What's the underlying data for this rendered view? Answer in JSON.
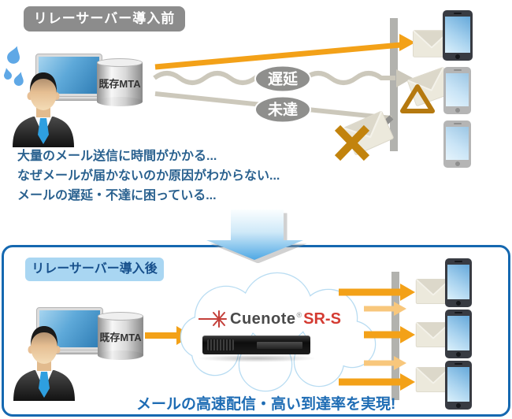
{
  "colors": {
    "accent_orange": "#F3A118",
    "light_orange": "#F8C77C",
    "line_gray": "#CCC8BB",
    "badge_gray": "#8C8C8C",
    "problem_text_blue": "#2A618F",
    "box_border_blue": "#1568B0",
    "result_text_blue": "#1E6CB4",
    "brand_red": "#D43B32"
  },
  "before": {
    "badge": "リレーサーバー導入前",
    "mta_label": "既存MTA",
    "delay_label": "遅延",
    "undelivered_label": "未達",
    "problems": [
      "大量のメール送信に時間がかかる...",
      "なぜメールが届かないのか原因がわからない...",
      "メールの遅延・不達に困っている..."
    ]
  },
  "after": {
    "badge": "リレーサーバー導入後",
    "mta_label": "既存MTA",
    "brand": "Cuenote",
    "brand_reg": "®",
    "product": "SR-S",
    "result": "メールの高速配信・高い到達率を実現!"
  }
}
